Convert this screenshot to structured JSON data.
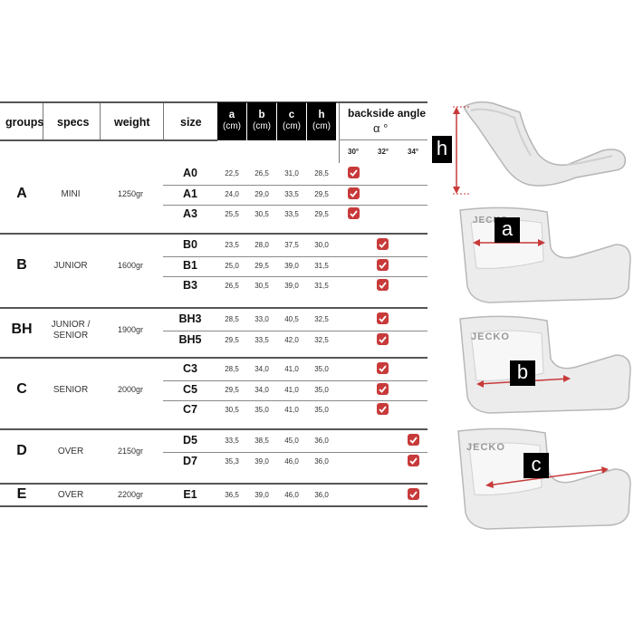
{
  "header": {
    "groups": "groups",
    "specs": "specs",
    "weight": "weight",
    "size": "size",
    "cols": [
      {
        "letter": "a",
        "unit": "(cm)"
      },
      {
        "letter": "b",
        "unit": "(cm)"
      },
      {
        "letter": "c",
        "unit": "(cm)"
      },
      {
        "letter": "h",
        "unit": "(cm)"
      }
    ],
    "backside": "backside angle",
    "alpha": "α °",
    "angles": [
      "30°",
      "32°",
      "34°"
    ]
  },
  "groups": [
    {
      "group": "A",
      "spec": "MINI",
      "weight": "1250gr",
      "rows": [
        {
          "size": "A0",
          "a": "22,5",
          "b": "26,5",
          "c": "31,0",
          "h": "28,5",
          "angle": 0
        },
        {
          "size": "A1",
          "a": "24,0",
          "b": "29,0",
          "c": "33,5",
          "h": "29,5",
          "angle": 0
        },
        {
          "size": "A3",
          "a": "25,5",
          "b": "30,5",
          "c": "33,5",
          "h": "29,5",
          "angle": 0
        }
      ]
    },
    {
      "group": "B",
      "spec": "JUNIOR",
      "weight": "1600gr",
      "rows": [
        {
          "size": "B0",
          "a": "23,5",
          "b": "28,0",
          "c": "37,5",
          "h": "30,0",
          "angle": 1
        },
        {
          "size": "B1",
          "a": "25,0",
          "b": "29,5",
          "c": "39,0",
          "h": "31,5",
          "angle": 1
        },
        {
          "size": "B3",
          "a": "26,5",
          "b": "30,5",
          "c": "39,0",
          "h": "31,5",
          "angle": 1
        }
      ]
    },
    {
      "group": "BH",
      "spec": "JUNIOR / SENIOR",
      "spec_l1": "JUNIOR /",
      "spec_l2": "SENIOR",
      "weight": "1900gr",
      "rows": [
        {
          "size": "BH3",
          "a": "28,5",
          "b": "33,0",
          "c": "40,5",
          "h": "32,5",
          "angle": 1
        },
        {
          "size": "BH5",
          "a": "29,5",
          "b": "33,5",
          "c": "42,0",
          "h": "32,5",
          "angle": 1
        }
      ]
    },
    {
      "group": "C",
      "spec": "SENIOR",
      "weight": "2000gr",
      "rows": [
        {
          "size": "C3",
          "a": "28,5",
          "b": "34,0",
          "c": "41,0",
          "h": "35,0",
          "angle": 1
        },
        {
          "size": "C5",
          "a": "29,5",
          "b": "34,0",
          "c": "41,0",
          "h": "35,0",
          "angle": 1
        },
        {
          "size": "C7",
          "a": "30,5",
          "b": "35,0",
          "c": "41,0",
          "h": "35,0",
          "angle": 1
        }
      ]
    },
    {
      "group": "D",
      "spec": "OVER",
      "weight": "2150gr",
      "rows": [
        {
          "size": "D5",
          "a": "33,5",
          "b": "38,5",
          "c": "45,0",
          "h": "36,0",
          "angle": 2
        },
        {
          "size": "D7",
          "a": "35,3",
          "b": "39,0",
          "c": "46,0",
          "h": "36,0",
          "angle": 2
        }
      ]
    },
    {
      "group": "E",
      "spec": "OVER",
      "weight": "2200gr",
      "rows": [
        {
          "size": "E1",
          "a": "36,5",
          "b": "39,0",
          "c": "46,0",
          "h": "36,0",
          "angle": 2
        }
      ]
    }
  ],
  "images": [
    {
      "label": "h"
    },
    {
      "label": "a",
      "brand": "JECKO"
    },
    {
      "label": "b",
      "brand": "JECKO"
    },
    {
      "label": "c",
      "brand": "JECKO"
    }
  ],
  "colors": {
    "check": "#c83a3a",
    "arrow": "#c83a3a",
    "header_block": "#000000"
  }
}
